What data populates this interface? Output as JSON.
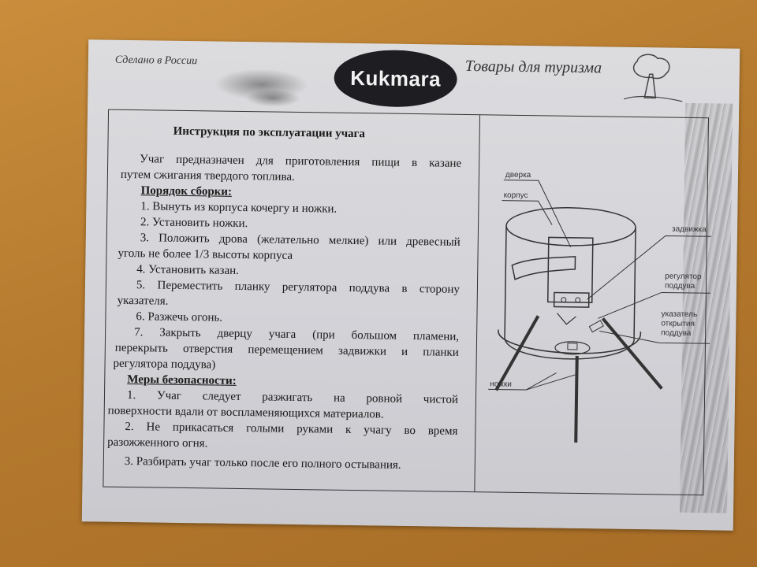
{
  "header": {
    "made_in": "Сделано в России",
    "brand": "Kukmara",
    "tagline": "Товары для туризма"
  },
  "instruction": {
    "title": "Инструкция по эксплуатации учага",
    "intro_1": "Учаг предназначен для приготовления пищи в казане",
    "intro_2": "путем сжигания твердого топлива.",
    "assembly_heading": "Порядок сборки:",
    "assembly": [
      "1. Вынуть из корпуса кочергу и ножки.",
      "2. Установить ножки.",
      "3. Положить дрова (желательно мелкие) или древесный",
      "уголь не более 1/3 высоты корпуса",
      "4. Установить казан.",
      "5. Переместить планку регулятора поддува в сторону",
      "указателя.",
      "6. Разжечь огонь.",
      "7. Закрыть дверцу учага (при большом пламени,",
      "перекрыть отверстия  перемещением задвижки и планки",
      "регулятора поддува)"
    ],
    "safety_heading": "Меры безопасности:",
    "safety": [
      "1. Учаг следует разжигать на ровной чистой",
      "поверхности вдали от воспламеняющихся материалов.",
      "2. Не прикасаться голыми руками к учагу во время",
      "разожженного огня.",
      "3. Разбирать учаг только после его полного остывания."
    ]
  },
  "diagram": {
    "door": "дверка",
    "body": "корпус",
    "latch": "задвижка",
    "regulator_1": "регулятор",
    "regulator_2": "поддува",
    "indicator_1": "указатель",
    "indicator_2": "открытия",
    "indicator_3": "поддува",
    "legs": "ножки"
  }
}
